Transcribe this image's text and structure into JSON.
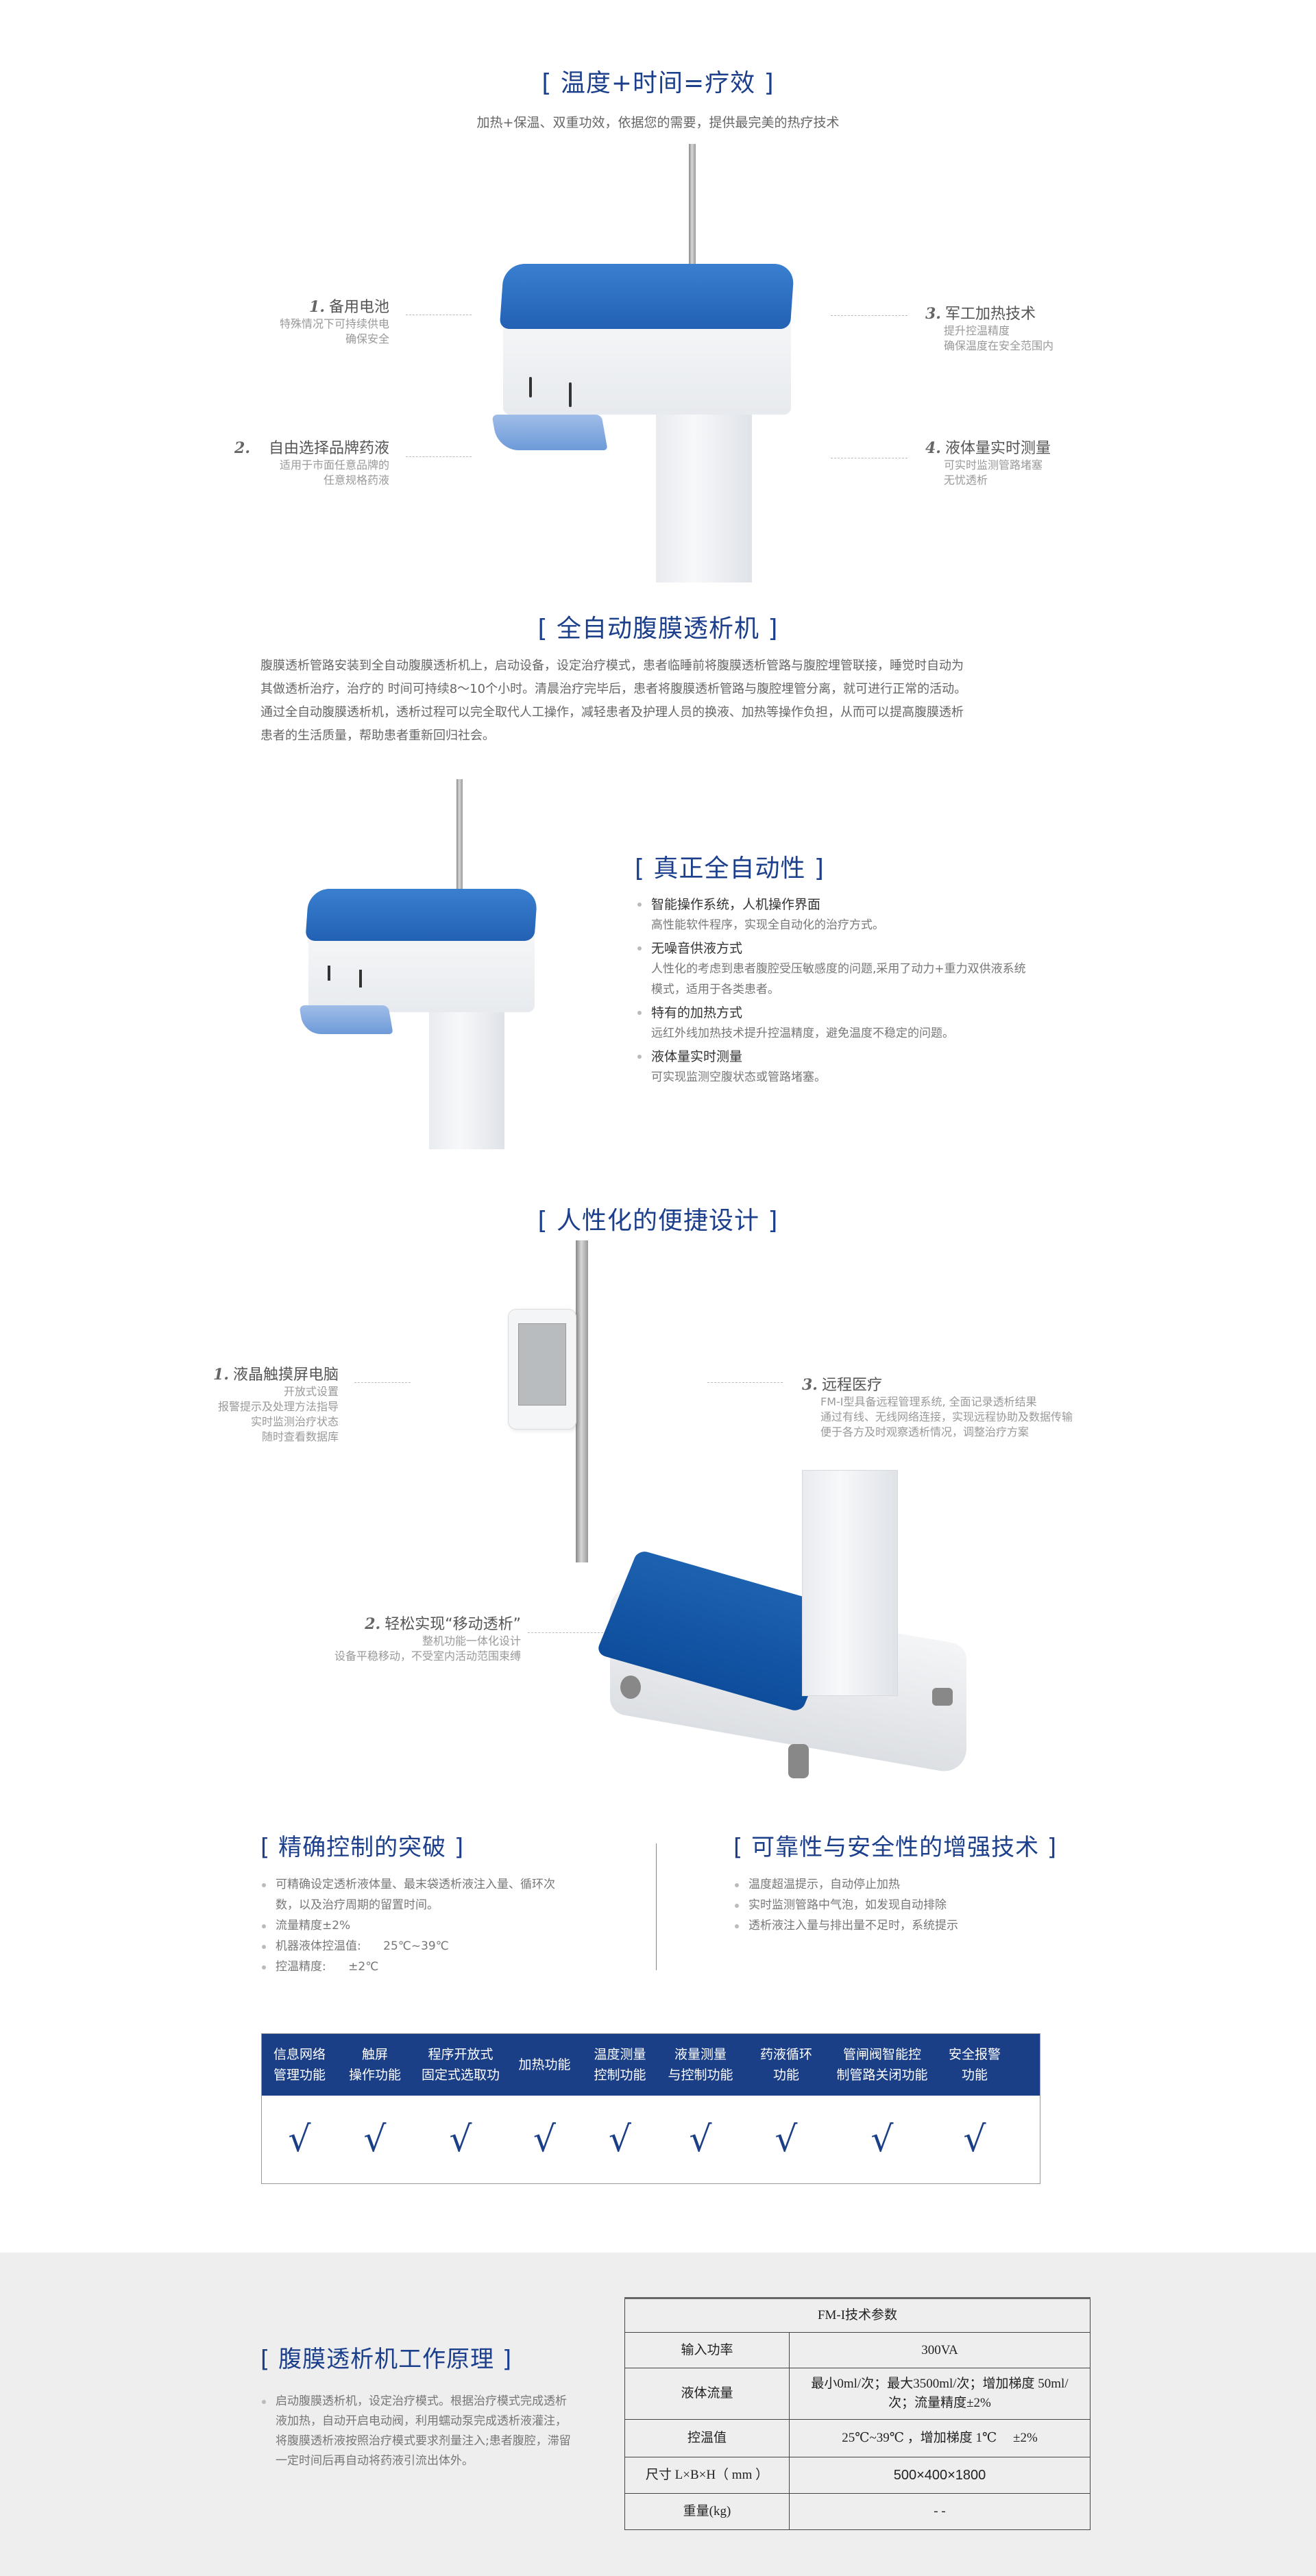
{
  "section1": {
    "title": "[ 温度+时间=疗效 ]",
    "subtitle": "加热+保温、双重功效，依据您的需要，提供最完美的热疗技术",
    "callouts": [
      {
        "num": "1.",
        "title": "备用电池",
        "lines": [
          "特殊情况下可持续供电",
          "确保安全"
        ]
      },
      {
        "num": "2.",
        "title": "自由选择品牌药液",
        "lines": [
          "适用于市面任意品牌的",
          "任意规格药液"
        ]
      },
      {
        "num": "3.",
        "title": "军工加热技术",
        "lines": [
          "提升控温精度",
          "确保温度在安全范围内"
        ]
      },
      {
        "num": "4.",
        "title": "液体量实时测量",
        "lines": [
          "可实时监测管路堵塞",
          "无忧透析"
        ]
      }
    ]
  },
  "section2": {
    "title": "[ 全自动腹膜透析机 ]",
    "paragraph_lines": [
      "腹膜透析管路安装到全自动腹膜透析机上，启动设备，设定治疗模式，患者临睡前将腹膜透析管路与腹腔埋管联接，睡觉时自动为",
      "其做透析治疗，治疗的  时间可持续8～10个小时。清晨治疗完毕后，患者将腹膜透析管路与腹腔埋管分离，就可进行正常的活动。",
      "通过全自动腹膜透析机，透析过程可以完全取代人工操作，减轻患者及护理人员的换液、加热等操作负担，从而可以提高腹膜透析",
      "患者的生活质量，帮助患者重新回归社会。"
    ]
  },
  "section3": {
    "title": "[ 真正全自动性 ]",
    "features": [
      {
        "title": "智能操作系统，人机操作界面",
        "desc": [
          "高性能软件程序，实现全自动化的治疗方式。"
        ]
      },
      {
        "title": "无噪音供液方式",
        "desc": [
          "人性化的考虑到患者腹腔受压敏感度的问题,采用了动力+重力双供液系统",
          "模式，适用于各类患者。"
        ]
      },
      {
        "title": "特有的加热方式",
        "desc": [
          "远红外线加热技术提升控温精度，避免温度不稳定的问题。"
        ]
      },
      {
        "title": "液体量实时测量",
        "desc": [
          "可实现监测空腹状态或管路堵塞。"
        ]
      }
    ]
  },
  "section4": {
    "title": "[ 人性化的便捷设计 ]",
    "callouts": [
      {
        "num": "1.",
        "title": "液晶触摸屏电脑",
        "lines": [
          "开放式设置",
          "报警提示及处理方法指导",
          "实时监测治疗状态",
          "随时查看数据库"
        ]
      },
      {
        "num": "2.",
        "title": "轻松实现“移动透析”",
        "lines": [
          "整机功能一体化设计",
          "设备平稳移动，不受室内活动范围束缚"
        ]
      },
      {
        "num": "3.",
        "title": "远程医疗",
        "lines": [
          "FM-I型具备远程管理系统, 全面记录透析结果",
          "通过有线、无线网络连接，实现远程协助及数据传输",
          "便于各方及时观察透析情况，调整治疗方案"
        ]
      }
    ]
  },
  "section5": {
    "left": {
      "title": "[ 精确控制的突破 ]",
      "items": [
        "可精确设定透析液体量、最末袋透析液注入量、循环次数，以及治疗周期的留置时间。",
        "流量精度±2%",
        "机器液体控温值:      25℃~39℃",
        "控温精度:      ±2℃"
      ]
    },
    "right": {
      "title": "[ 可靠性与安全性的增强技术 ]",
      "items": [
        "温度超温提示，自动停止加热",
        "实时监测管路中气泡，如发现自动排除",
        "透析液注入量与排出量不足时，系统提示"
      ]
    }
  },
  "function_table": {
    "headers": [
      [
        "信息网络",
        "管理功能"
      ],
      [
        "触屏",
        "操作功能"
      ],
      [
        "程序开放式",
        "固定式选取功"
      ],
      [
        "加热功能"
      ],
      [
        "温度测量",
        "控制功能"
      ],
      [
        "液量测量",
        "与控制功能"
      ],
      [
        "药液循环",
        "功能"
      ],
      [
        "管闸阀智能控",
        "制管路关闭功能"
      ],
      [
        "安全报警",
        "功能"
      ]
    ],
    "checks": [
      "√",
      "√",
      "√",
      "√",
      "√",
      "√",
      "√",
      "√",
      "√"
    ]
  },
  "section6": {
    "title": "[ 腹膜透析机工作原理 ]",
    "principle": "启动腹膜透析机，设定治疗模式。根据治疗模式完成透析液加热，自动开启电动阀，利用蠕动泵完成透析液灌注，将腹膜透析液按照治疗模式要求剂量注入;患者腹腔，滞留一定时间后再自动将药液引流出体外。",
    "spec_table": {
      "caption": "FM-I技术参数",
      "rows": [
        {
          "label": "输入功率",
          "value": "300VA"
        },
        {
          "label": "液体流量",
          "value": "最小0ml/次；最大3500ml/次；增加梯度 50ml/次；流量精度±2%"
        },
        {
          "label": "控温值",
          "value": "25℃~39℃ ，增加梯度 1℃     ±2%"
        },
        {
          "label": "尺寸 L×B×H（ mm ）",
          "value": "500×400×1800"
        },
        {
          "label": "重量(kg)",
          "value": "- -"
        }
      ]
    }
  },
  "colors": {
    "brand_blue": "#1c3f8c",
    "table_header": "#1b3f86",
    "device_blue": "#2261b4",
    "gray_band": "#eeeeee"
  }
}
